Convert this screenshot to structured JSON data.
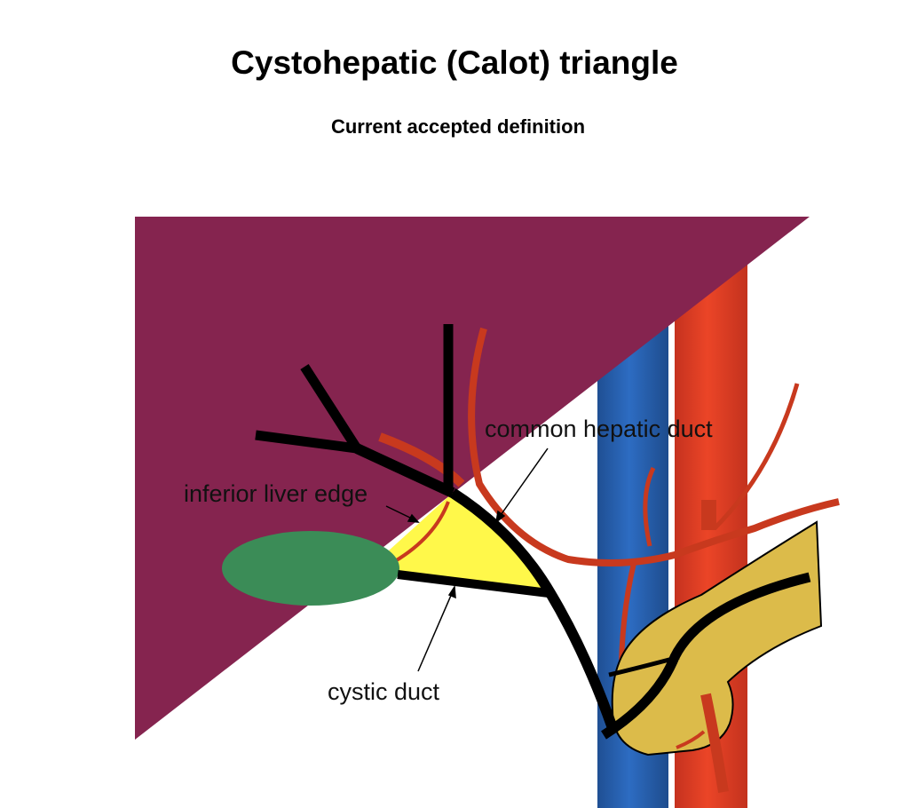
{
  "title": "Cystohepatic (Calot) triangle",
  "subtitle": "Current accepted definition",
  "labels": {
    "common_hepatic_duct": "common hepatic duct",
    "inferior_liver_edge": "inferior liver edge",
    "cystic_duct": "cystic duct"
  },
  "structures": [
    {
      "name": "liver",
      "color": "#85244f"
    },
    {
      "name": "calot-triangle",
      "color": "#fff84a"
    },
    {
      "name": "gallbladder",
      "color": "#3b8c57"
    },
    {
      "name": "portal-vein",
      "color": "#2b62b0"
    },
    {
      "name": "aorta",
      "color": "#e0412a"
    },
    {
      "name": "hepatic-artery",
      "color": "#c8391e"
    },
    {
      "name": "bile-duct",
      "color": "#000000"
    },
    {
      "name": "pancreas-duodenum",
      "color": "#dcbb4a"
    }
  ]
}
